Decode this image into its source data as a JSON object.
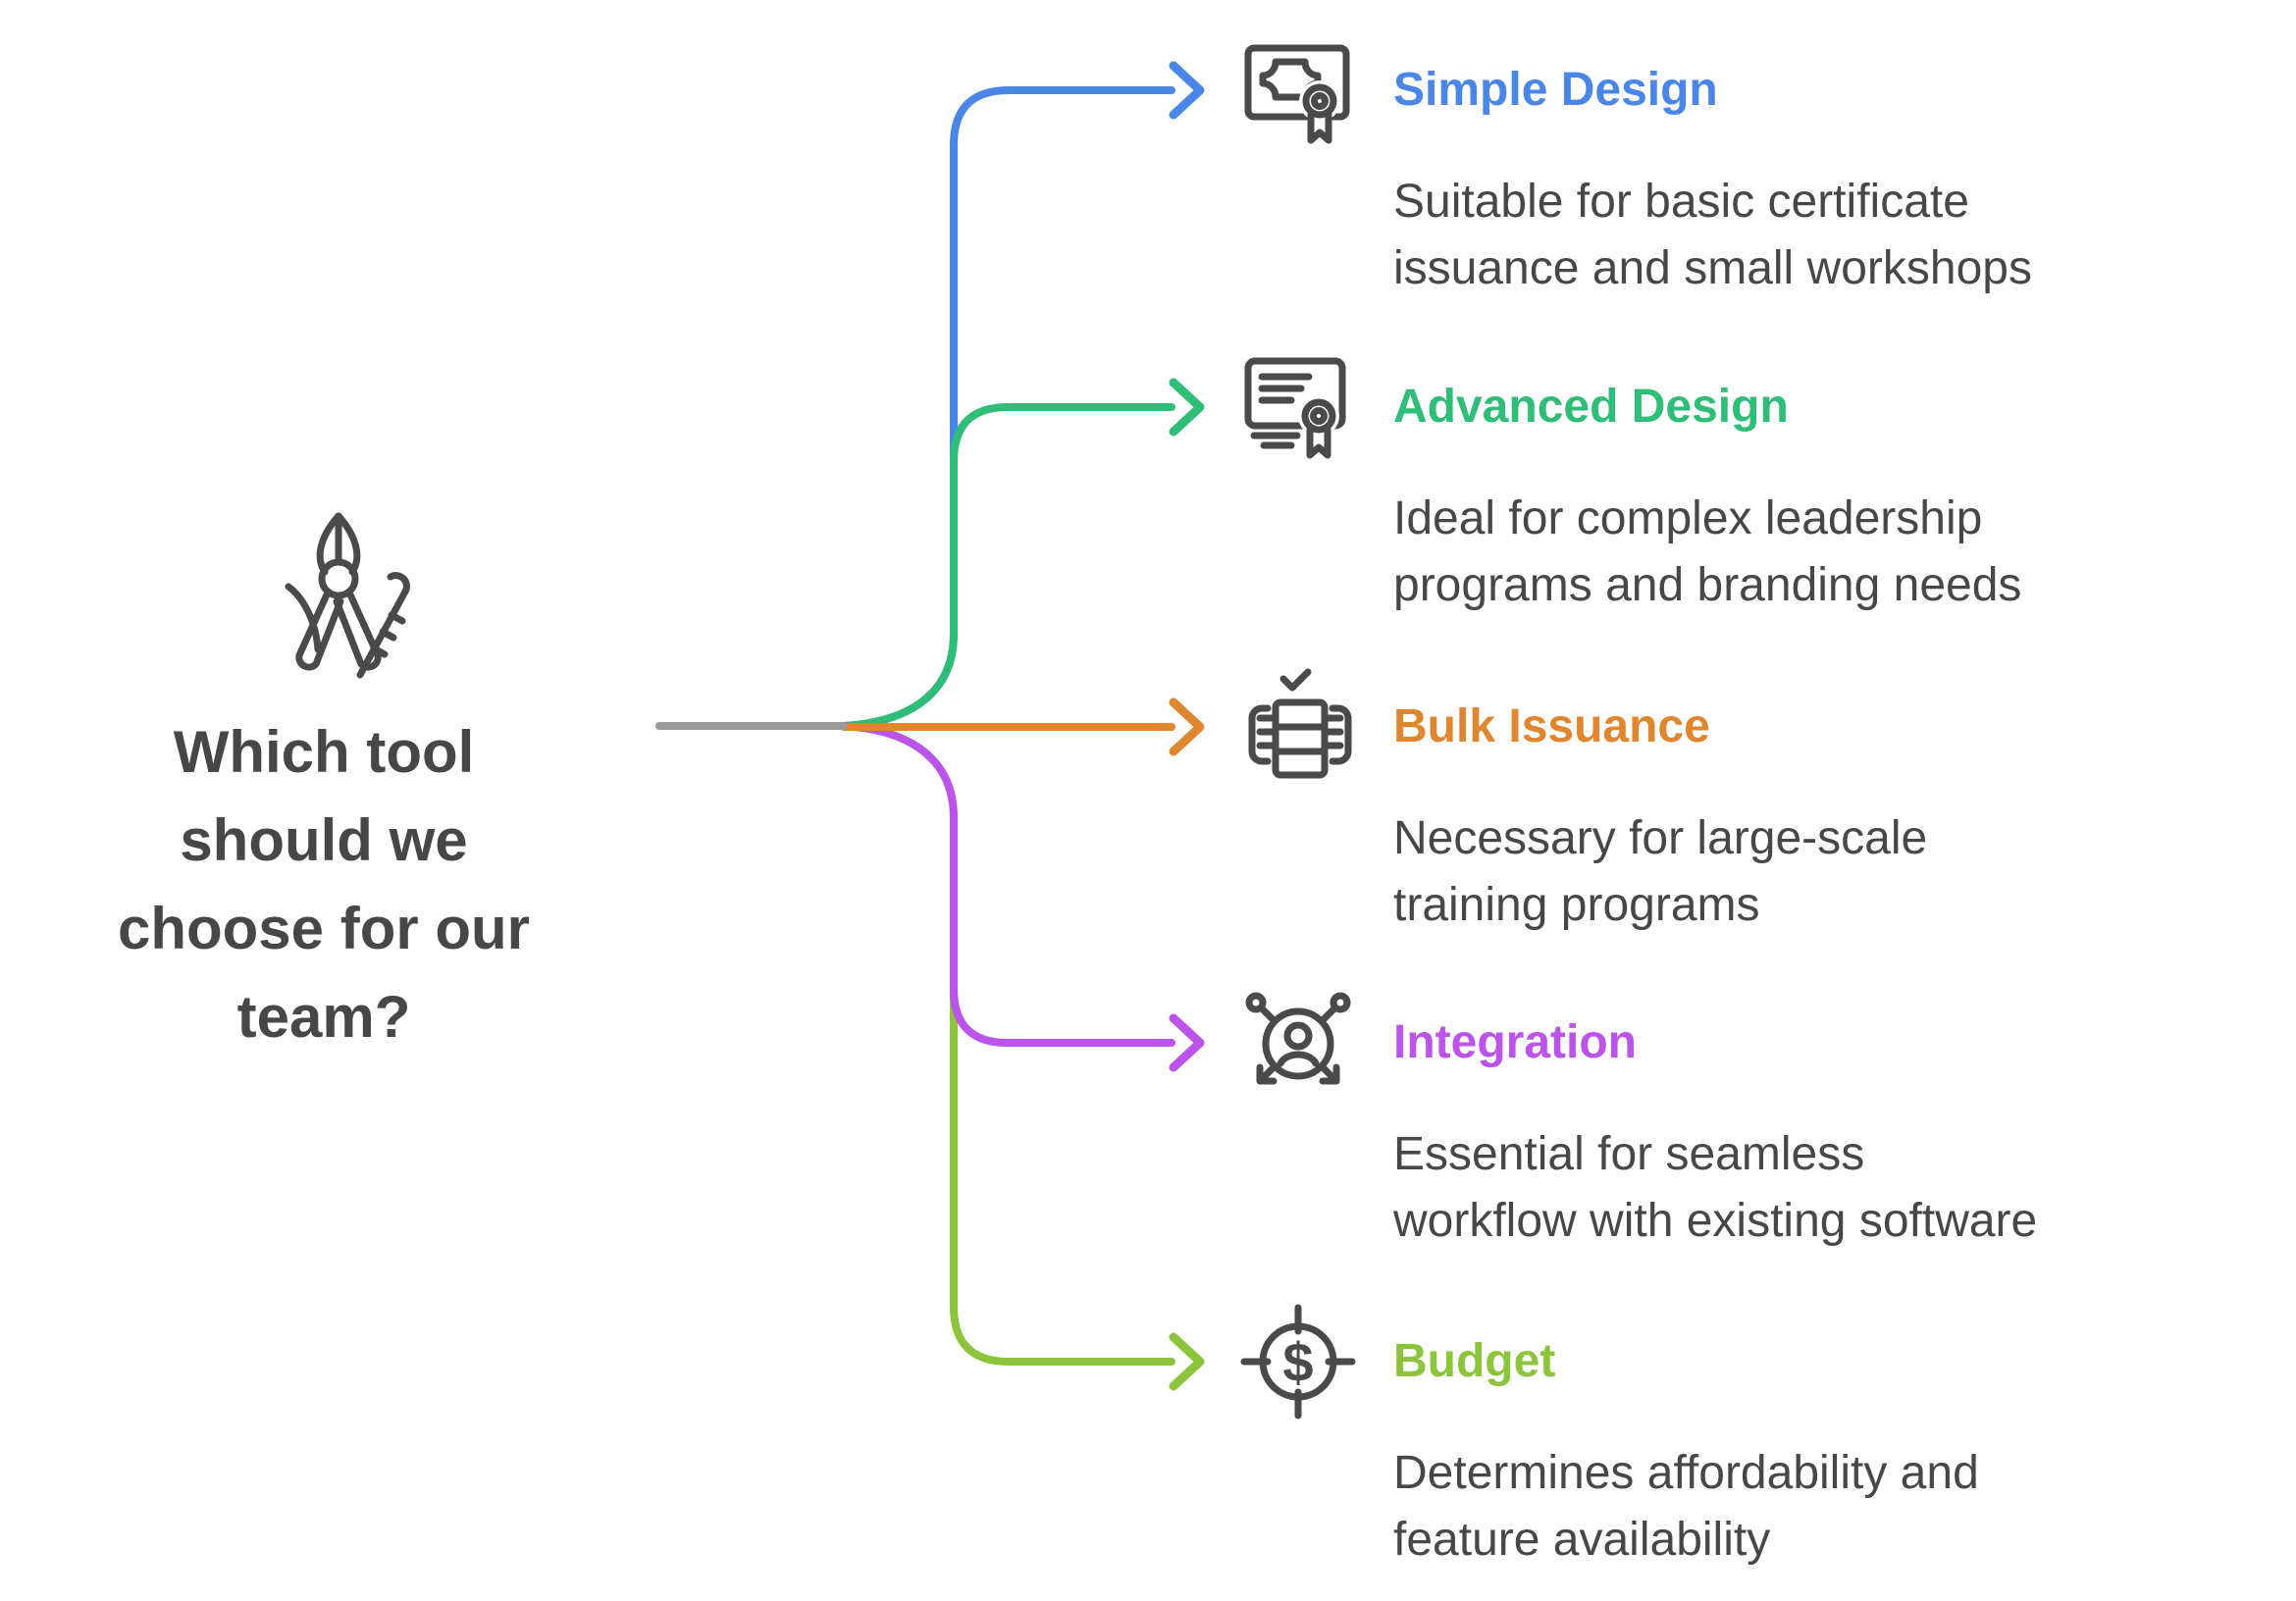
{
  "question": {
    "text": "Which tool\nshould we\nchoose for our\nteam?",
    "icon": "drafting-compass-icon"
  },
  "items": [
    {
      "id": "simple-design",
      "title": "Simple Design",
      "accent": "#4a86e8",
      "icon": "certificate-icon",
      "description": "Suitable for basic certificate\nissuance and small workshops"
    },
    {
      "id": "advanced-design",
      "title": "Advanced Design",
      "accent": "#2fbe78",
      "icon": "document-award-icon",
      "description": "Ideal for complex leadership\nprograms and branding needs"
    },
    {
      "id": "bulk-issuance",
      "title": "Bulk Issuance",
      "accent": "#e0862f",
      "icon": "stacked-cards-check-icon",
      "description": "Necessary for large-scale\ntraining programs"
    },
    {
      "id": "integration",
      "title": "Integration",
      "accent": "#bc53ea",
      "icon": "user-network-icon",
      "description": "Essential for seamless\nworkflow with existing software"
    },
    {
      "id": "budget",
      "title": "Budget",
      "accent": "#8cc43c",
      "icon": "dollar-target-icon",
      "description": "Determines affordability and\nfeature availability"
    }
  ],
  "colors": {
    "stem": "#9a9a9a",
    "icon_stroke": "#4a4a4a",
    "text": "#474747",
    "background": "#ffffff"
  }
}
